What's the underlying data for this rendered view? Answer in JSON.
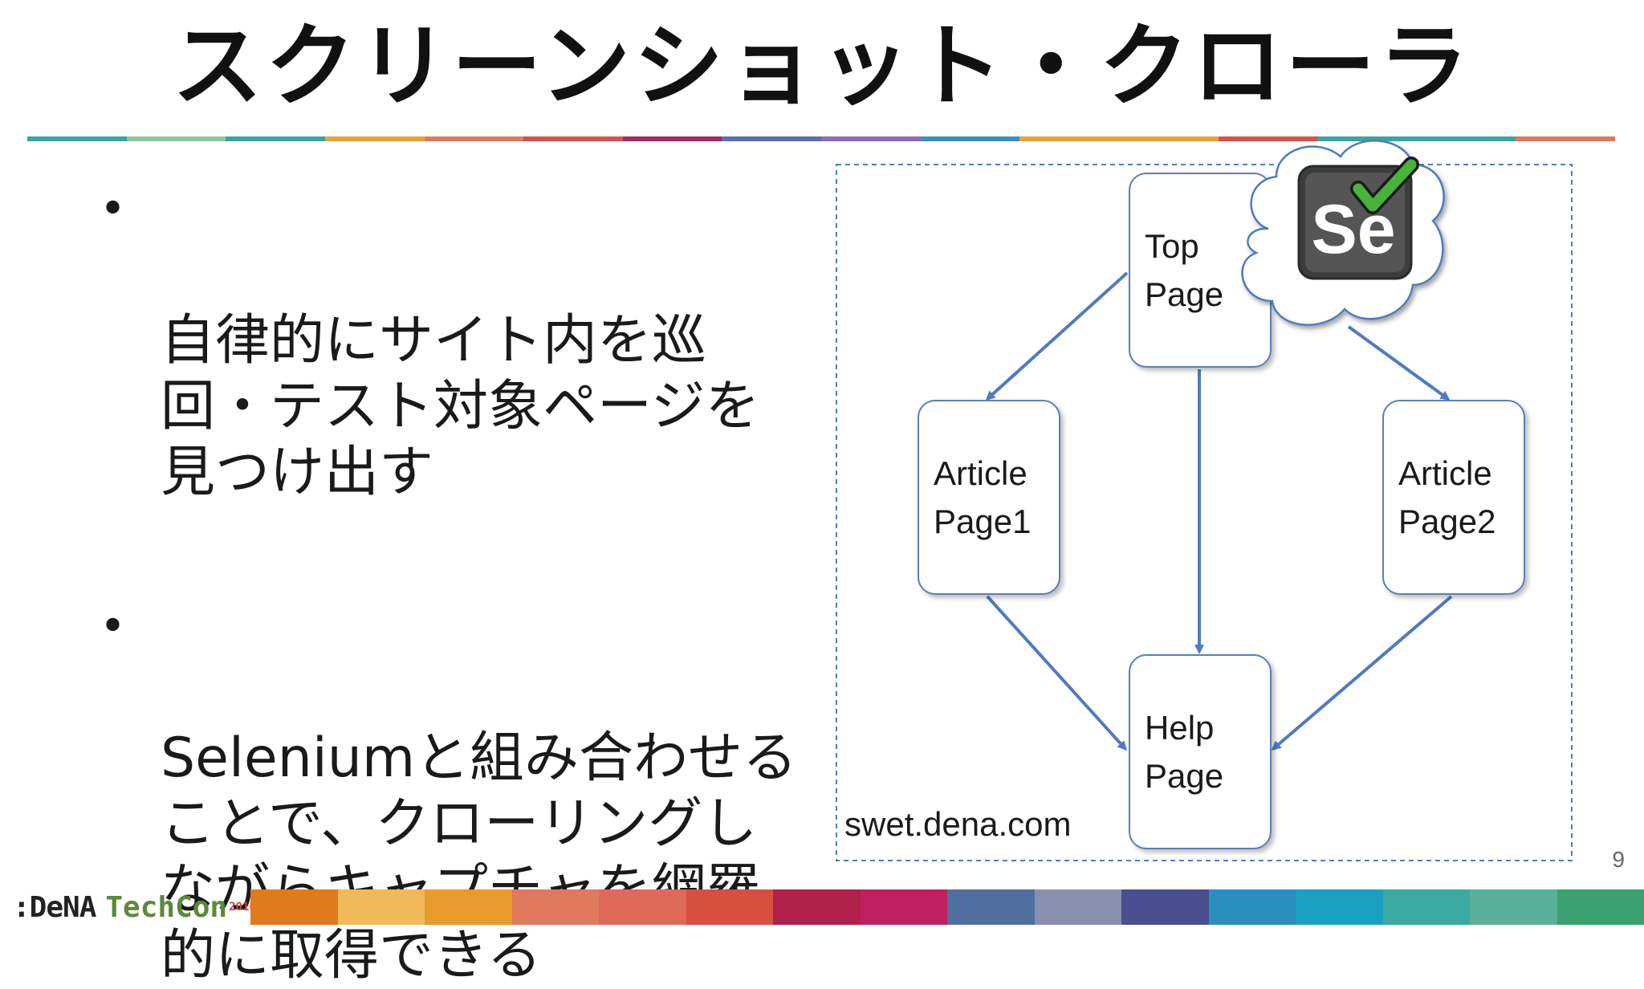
{
  "slide": {
    "title": "スクリーンショット・クローラ",
    "page_number": "9"
  },
  "bullets": [
    {
      "text": "自律的にサイト内を巡\n回・テスト対象ページを\n見つけ出す"
    },
    {
      "text": "Seleniumと組み合わせる\nことで、クローリングし\nながらキャプチャを網羅\n的に取得できる"
    }
  ],
  "diagram": {
    "site_label": "swet.dena.com",
    "nodes": {
      "top": [
        "Top",
        "Page"
      ],
      "article1": [
        "Article",
        "Page1"
      ],
      "article2": [
        "Article",
        "Page2"
      ],
      "help": [
        "Help",
        "Page"
      ]
    },
    "logo": {
      "text": "Se",
      "icon": "selenium-logo-icon"
    },
    "colors": {
      "arrow": "#4f7bbf",
      "border": "#5b7fb8"
    }
  },
  "footer": {
    "brand": ":DeNA",
    "event": "TechCon",
    "event_year": "2016"
  },
  "colors": {
    "rule": [
      "#3aa6a0",
      "#8fc7a0",
      "#3aa6a0",
      "#e9a23b",
      "#e07a5f",
      "#d94f4f",
      "#a52a5a",
      "#5b6fa8",
      "#8b6fb0",
      "#3a8fbf",
      "#e9a23b",
      "#e9a23b",
      "#d94f4f",
      "#3aa6a0",
      "#3aa6a0",
      "#e07a5f"
    ],
    "footer": [
      "#e07a1c",
      "#f0b95a",
      "#e89a2a",
      "#e07a5f",
      "#e06a5a",
      "#d94f3f",
      "#b0204a",
      "#c02060",
      "#4f6f9f",
      "#8a8fb0",
      "#4a4f8f",
      "#2a8fbf",
      "#1aa0c0",
      "#3aaaa0",
      "#5ab09a",
      "#3aa070"
    ]
  }
}
